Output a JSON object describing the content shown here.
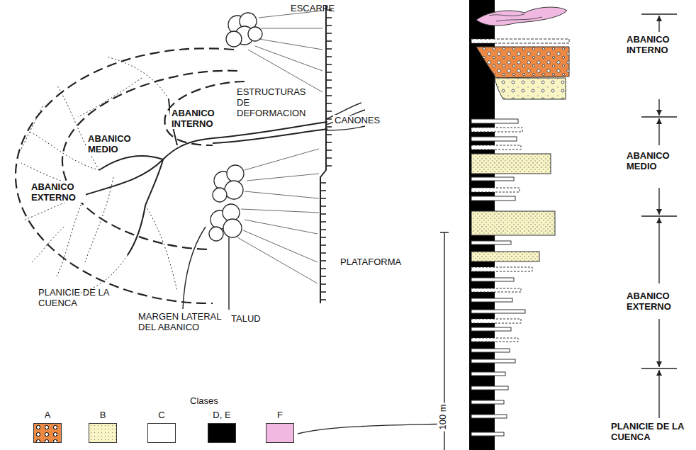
{
  "diagram": {
    "labels": [
      "ESCARPE",
      "ESTRUCTURAS DE DEFORMACION",
      "ABANICO INTERNO",
      "CAÑONES",
      "ABANICO MEDIO",
      "ABANICO EXTERNO",
      "PLATAFORMA",
      "PLANICIE DE LA CUENCA",
      "MARGEN LATERAL DEL ABANICO",
      "TALUD",
      "Clases",
      "100 m",
      "ABANICO INTERNO",
      "ABANICO MEDIO",
      "ABANICO EXTERNO",
      "PLANICIE DE LA CUENCA"
    ],
    "legend": [
      {
        "text": "A",
        "color": "#ec8a45"
      },
      {
        "text": "B",
        "color": "#f8f4c4"
      },
      {
        "text": "C",
        "color": "#ffffff"
      },
      {
        "text": "D, E",
        "color": "#000000"
      },
      {
        "text": "F",
        "color": "#f1b9e2"
      }
    ]
  }
}
